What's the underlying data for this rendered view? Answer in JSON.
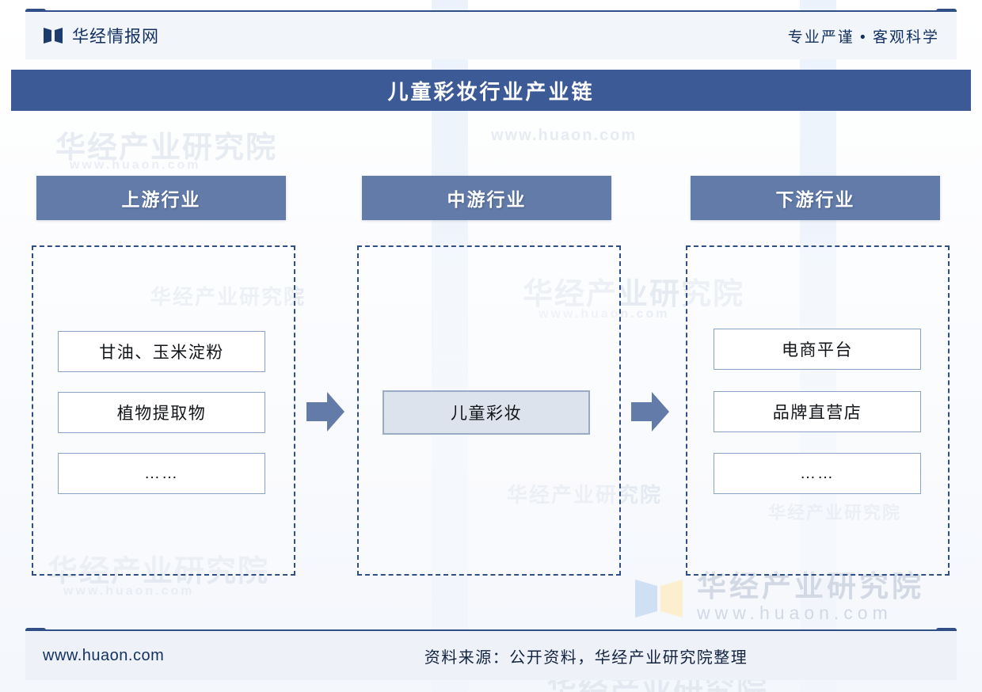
{
  "header": {
    "brand": "华经情报网",
    "logo_icon": "open-book-logo-icon",
    "tagline": "专业严谨 • 客观科学"
  },
  "title": "儿童彩妆行业产业链",
  "columns": [
    {
      "id": "upstream",
      "head": "上游行业",
      "items": [
        "甘油、玉米淀粉",
        "植物提取物",
        "……"
      ]
    },
    {
      "id": "midstream",
      "head": "中游行业",
      "items": [
        "儿童彩妆"
      ]
    },
    {
      "id": "downstream",
      "head": "下游行业",
      "items": [
        "电商平台",
        "品牌直营店",
        "……"
      ]
    }
  ],
  "arrows": [
    {
      "name": "arrow-upstream-to-midstream",
      "icon": "right-arrow-icon"
    },
    {
      "name": "arrow-midstream-to-downstream",
      "icon": "right-arrow-icon"
    }
  ],
  "footer": {
    "site": "www.huaon.com",
    "source": "资料来源：公开资料，华经产业研究院整理"
  },
  "watermark": {
    "cn": "华经产业研究院",
    "url": "www.huaon.com"
  },
  "colors": {
    "title_bar": "#3c5a96",
    "column_head": "#637ba8",
    "dashed_border": "#2f4f86",
    "item_border": "#8ba3c7",
    "mid_item_fill": "#dde3ed",
    "arrow": "#637ba8",
    "brand_text": "#12305f",
    "watermark": "#d2d9e4"
  }
}
